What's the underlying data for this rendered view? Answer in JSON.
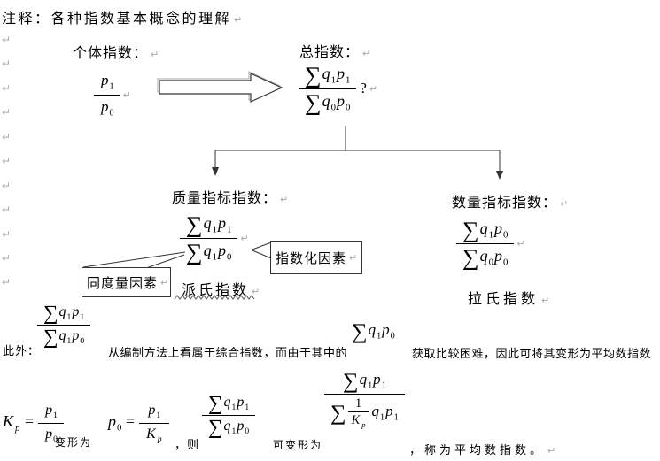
{
  "document": {
    "title": "注释：各种指数基本概念的理解"
  },
  "marks": {
    "return_symbol": "↵"
  },
  "left_margin_marks": {
    "symbol": "↵",
    "y_positions": [
      38,
      65,
      93,
      120,
      148,
      175,
      203,
      230,
      258,
      285,
      312
    ]
  },
  "individual_index": {
    "label": "个体指数：",
    "fraction": {
      "num": "p_1",
      "den": "p_0"
    }
  },
  "total_index": {
    "label": "总指数：",
    "fraction": {
      "num": "∑q_1p_1",
      "den": "∑q_0p_0"
    },
    "question_mark": "?"
  },
  "quality_index": {
    "label": "质量指标指数：",
    "fraction": {
      "num": "∑q_1p_1",
      "den": "∑q_1p_0"
    },
    "name": "派氏指数"
  },
  "quantity_index": {
    "label": "数量指标指数：",
    "fraction": {
      "num": "∑q_1p_0",
      "den": "∑q_0p_0"
    },
    "name": "拉氏指数"
  },
  "callouts": {
    "left_label": "同度量因素",
    "right_label": "指数化因素"
  },
  "note": {
    "prefix": "此外：",
    "fraction": {
      "num": "∑q_1p_1",
      "den": "∑q_1p_0"
    },
    "text_before": "从编制方法上看属于综合指数，而由于其中的",
    "inline_formula": "∑q_1p_0",
    "text_after": "获取比较困难，因此可将其变形为平均数指数"
  },
  "derivation": {
    "eq1": {
      "lhs": "K_p =",
      "num": "p_1",
      "den": "p_0"
    },
    "connector1": "变形为",
    "eq2": {
      "lhs": "p_0 =",
      "num": "p_1",
      "den": "K_p"
    },
    "connector2": "，则",
    "fraction": {
      "num": "∑q_1p_1",
      "den": "∑q_1p_0"
    },
    "connector3": "可变形为",
    "avg_fraction": {
      "num": "∑q_1p_1",
      "den_sigma": "∑",
      "den_inner_num": "1",
      "den_inner_den": "K_p",
      "den_tail": "q_1p_1"
    },
    "suffix": "，称为平均数指数。"
  }
}
